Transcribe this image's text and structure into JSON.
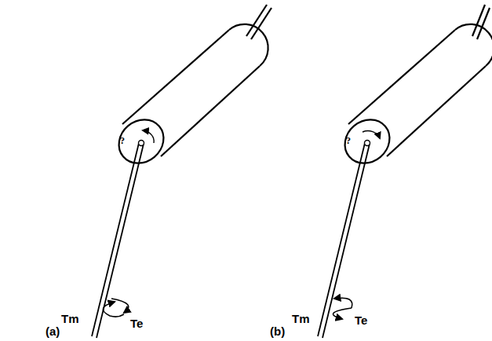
{
  "diagram": {
    "labels": [
      "?",
      "Tm",
      "Te",
      "(a)",
      "?",
      "Tm",
      "Te",
      "(b)"
    ]
  }
}
